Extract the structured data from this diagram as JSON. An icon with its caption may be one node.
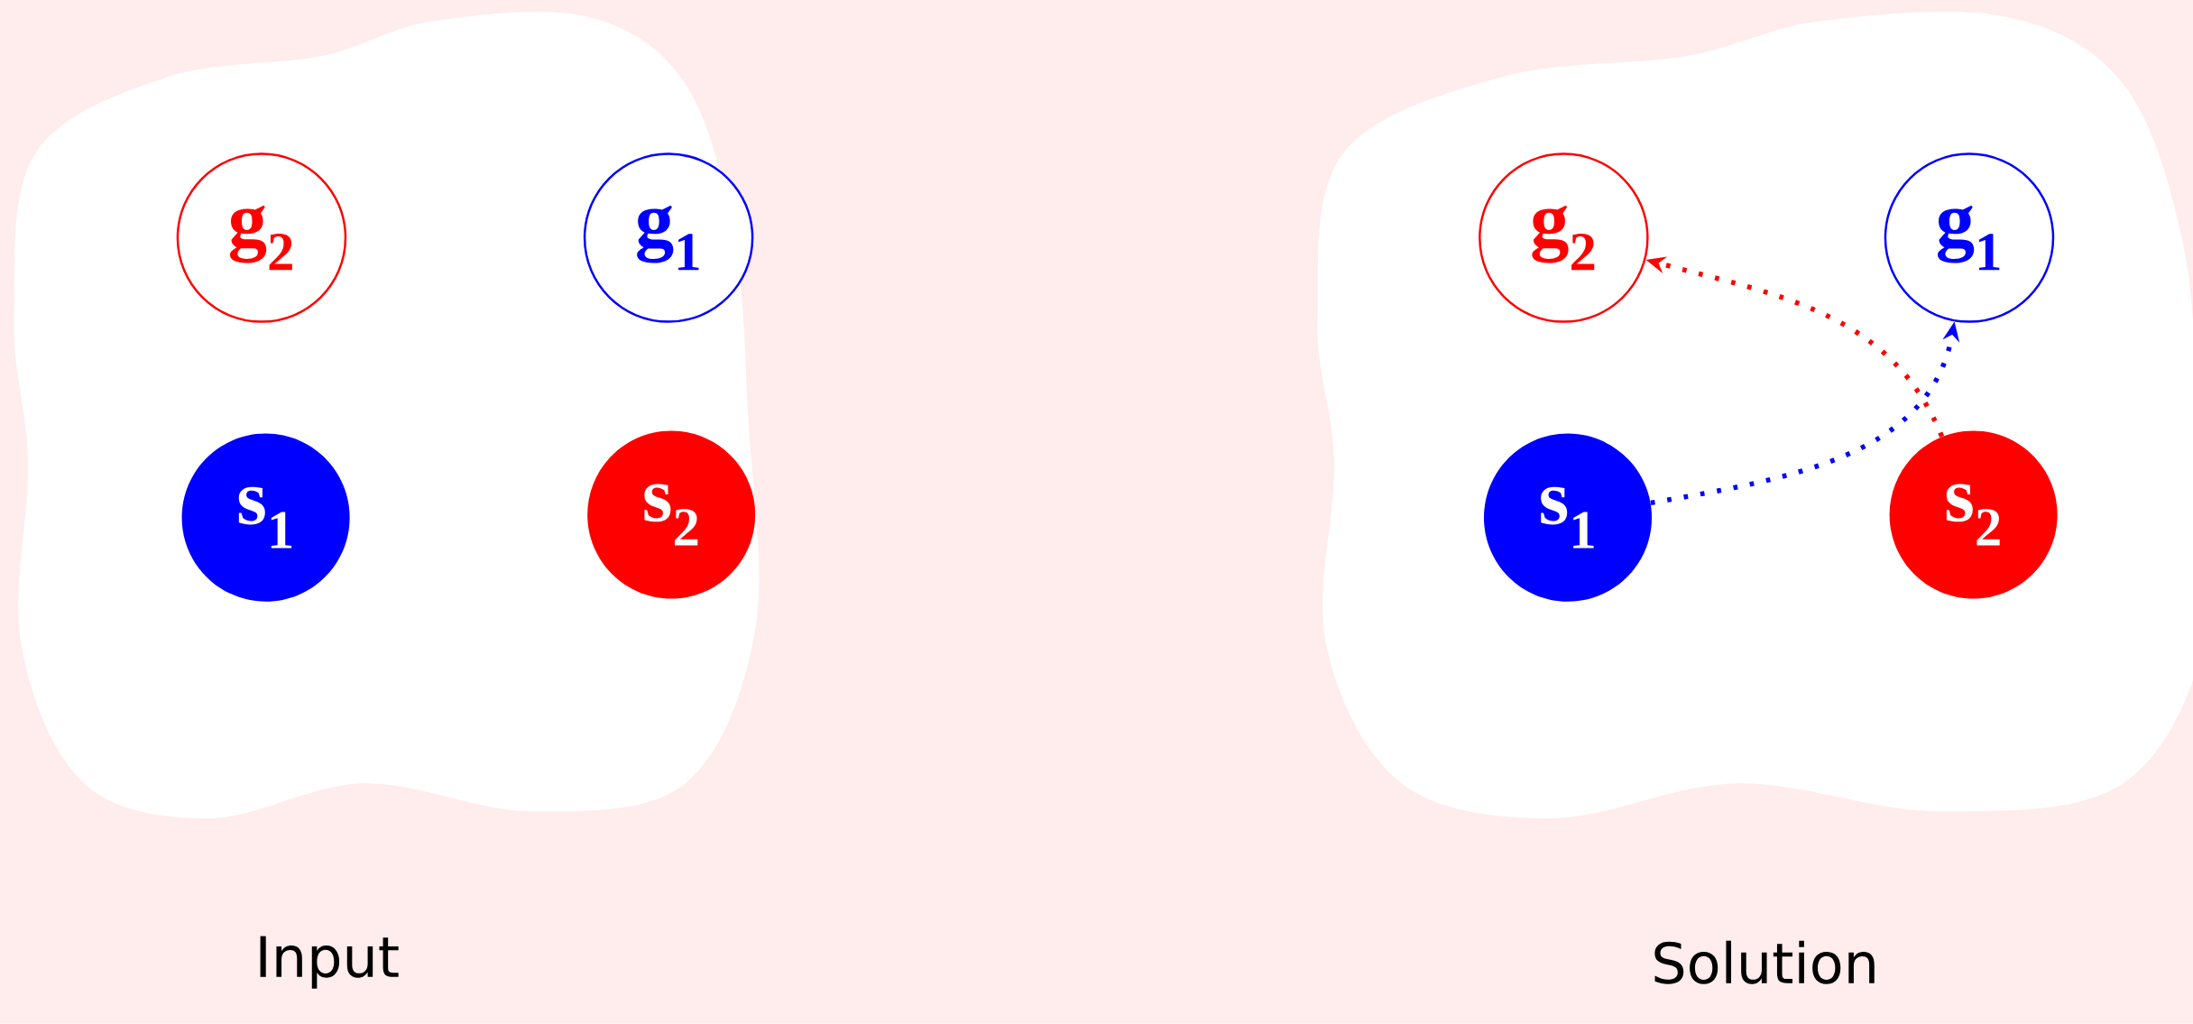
{
  "diagram": {
    "nodes": [
      {
        "text": [],
        "shape": "cloud"
      },
      {
        "text": [
          "g$_{2}$"
        ],
        "in": 0
      },
      {
        "text": [
          "g$_{1}$"
        ],
        "in": 0
      },
      {
        "text": [
          "s$_{1}$"
        ],
        "in": 0
      },
      {
        "text": [
          "s$_{2}$"
        ],
        "in": 0
      },
      {
        "text": [],
        "shape": "cloud"
      },
      {
        "text": [
          "g$_{2}$"
        ],
        "in": 5
      },
      {
        "text": [
          "g$_{1}$"
        ],
        "in": 5
      },
      {
        "text": [
          "s$_{1}$"
        ],
        "in": 5
      },
      {
        "text": [
          "s$_{2}$"
        ],
        "in": 5
      }
    ],
    "edges": [
      {
        "from": 8,
        "to": 7,
        "arrow": "to",
        "style": "dashed",
        "color": "#0000ff"
      },
      {
        "from": 9,
        "to": 6,
        "arrow": "to",
        "style": "dashed",
        "color": "#ff0000"
      }
    ],
    "labels": [
      "Input",
      "Solution"
    ]
  }
}
